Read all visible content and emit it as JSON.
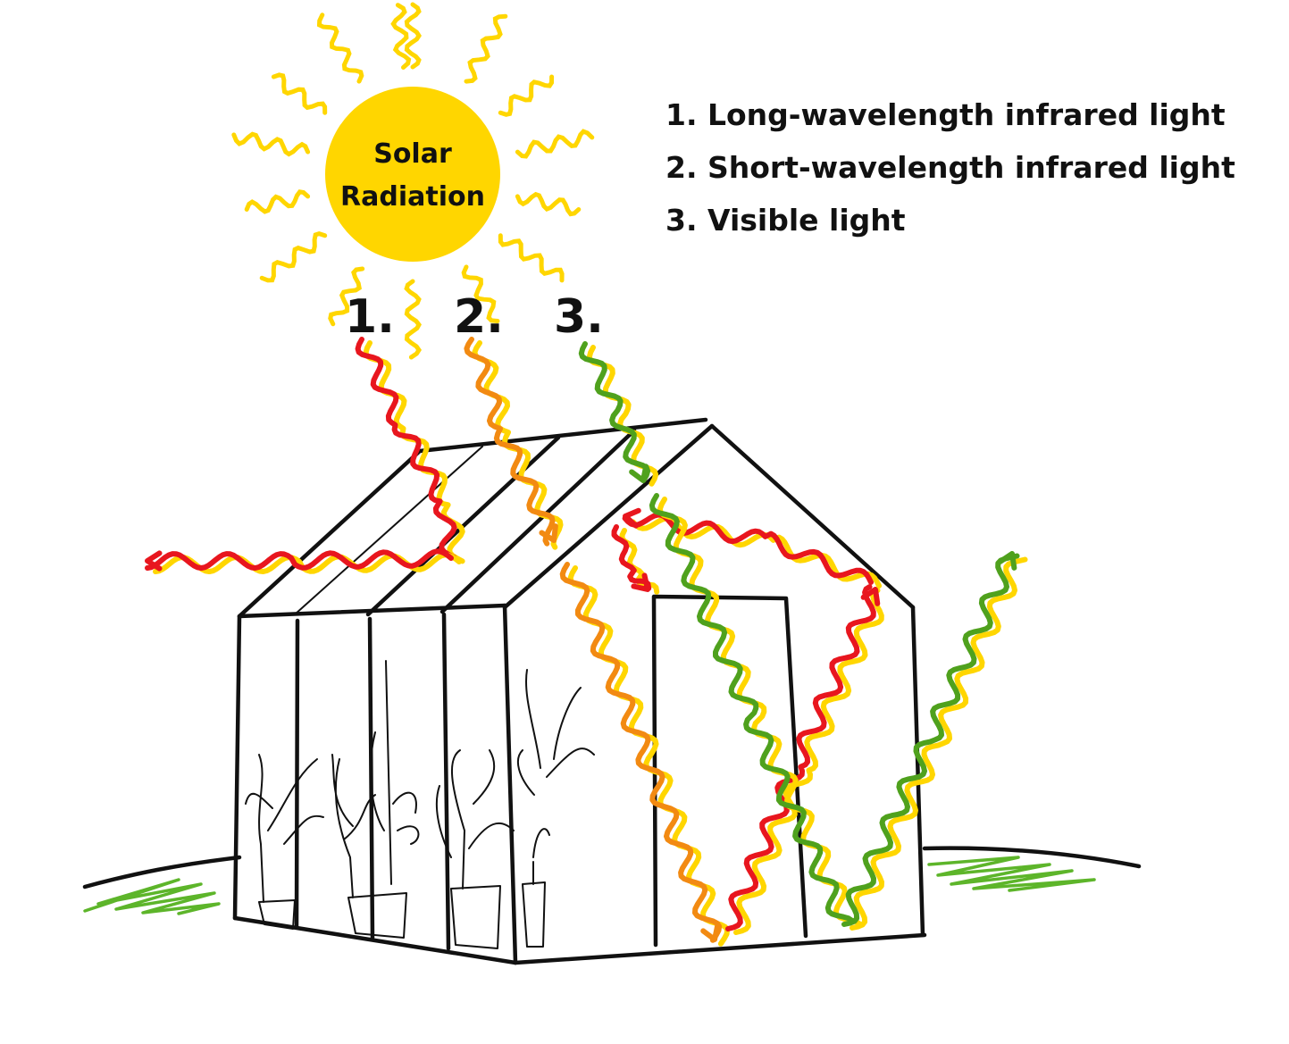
{
  "sun": {
    "label_line1": "Solar",
    "label_line2": "Radiation"
  },
  "legend": {
    "items": [
      "1. Long-wavelength infrared light",
      "2. Short-wavelength infrared light",
      "3. Visible light"
    ]
  },
  "markers": [
    "1.",
    "2.",
    "3."
  ],
  "colors": {
    "sun": "#FFD600",
    "ray_long_ir": "#E8161E",
    "ray_short_ir": "#F28A12",
    "ray_visible": "#4FA11D",
    "ray_shadow": "#FFD600",
    "grass": "#5DB52A",
    "outline": "#111111"
  }
}
